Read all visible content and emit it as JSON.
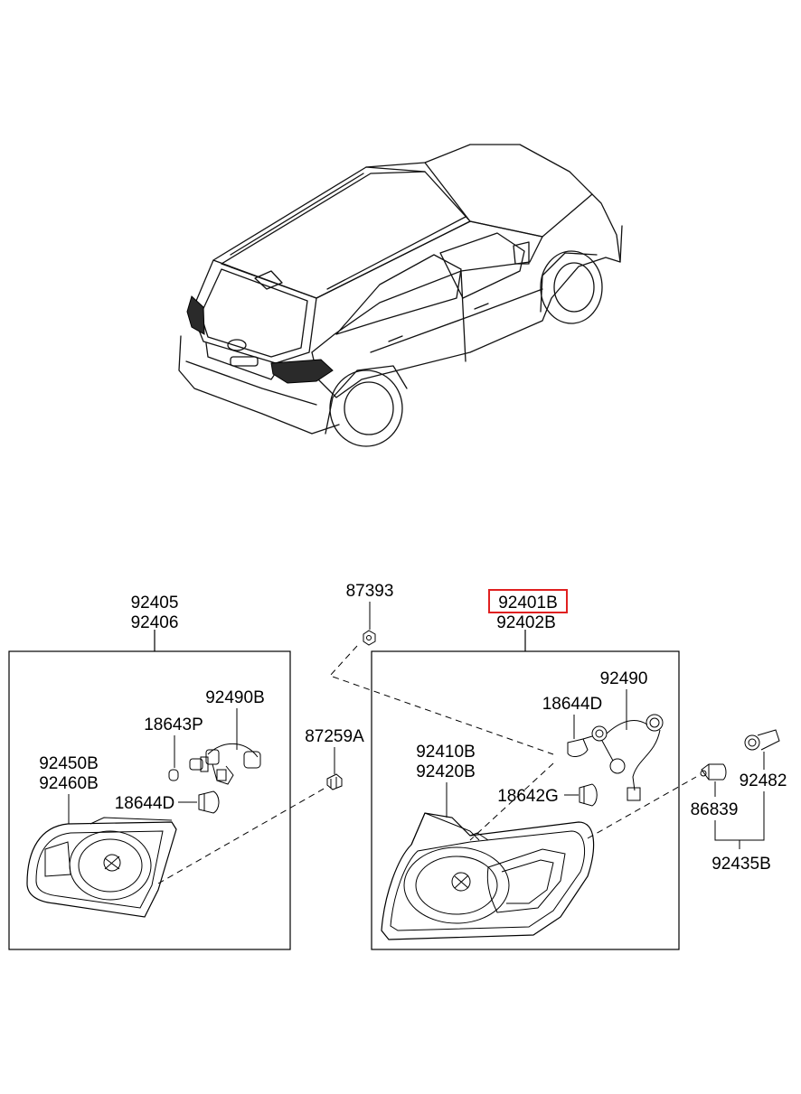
{
  "labels": {
    "left_box_a": "92405",
    "left_box_b": "92406",
    "wiring_left": "92490B",
    "bulb_18643p": "18643P",
    "lens_inner_a": "92450B",
    "lens_inner_b": "92460B",
    "bulb_18644d_left": "18644D",
    "clip": "87259A",
    "nut": "87393",
    "right_box_a": "92401B",
    "right_box_b": "92402B",
    "wiring_right": "92490",
    "bulb_18644d_right": "18644D",
    "lens_outer_a": "92410B",
    "lens_outer_b": "92420B",
    "bulb_18642g": "18642G",
    "screw": "86839",
    "grommet": "92482",
    "kit": "92435B"
  },
  "highlight": {
    "label": "92401B",
    "color": "#e02020"
  }
}
